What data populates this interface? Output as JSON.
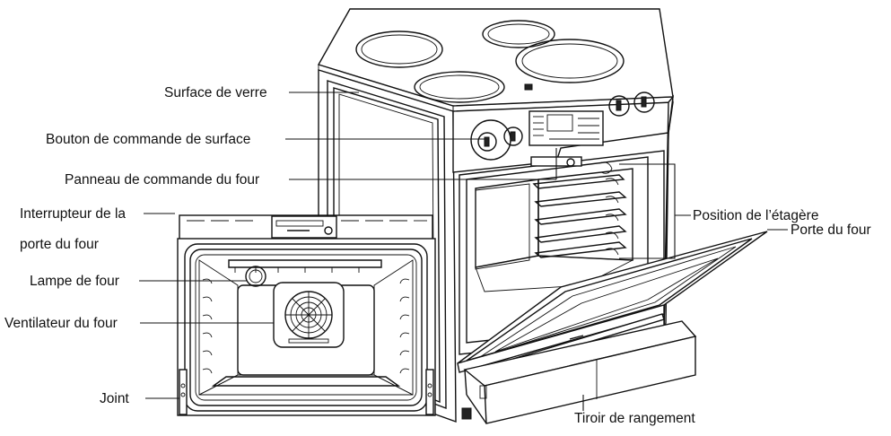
{
  "labels": {
    "surface_verre": "Surface de verre",
    "bouton_surface": "Bouton de commande de surface",
    "panneau_commande": "Panneau de commande du four",
    "interrupteur_1": "Interrupteur de la",
    "interrupteur_2": "porte du four",
    "lampe": "Lampe de four",
    "ventilateur": "Ventilateur du four",
    "joint": "Joint",
    "position_etagere": "Position de l’étagère",
    "porte": "Porte du four",
    "tiroir": "Tiroir de rangement"
  }
}
